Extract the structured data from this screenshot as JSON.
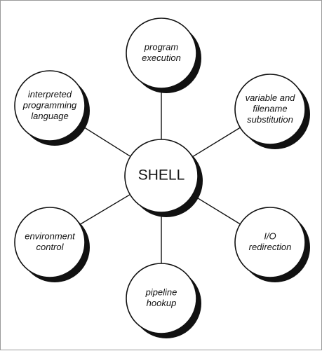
{
  "center": {
    "label": [
      "SHELL"
    ]
  },
  "nodes": [
    {
      "id": "program-execution",
      "label": [
        "program",
        "execution"
      ]
    },
    {
      "id": "variable-filename-substitution",
      "label": [
        "variable and",
        "filename",
        "substitution"
      ]
    },
    {
      "id": "io-redirection",
      "label": [
        "I/O",
        "redirection"
      ]
    },
    {
      "id": "pipeline-hookup",
      "label": [
        "pipeline",
        "hookup"
      ]
    },
    {
      "id": "environment-control",
      "label": [
        "environment",
        "control"
      ]
    },
    {
      "id": "interpreted-programming-language",
      "label": [
        "interpreted",
        "programming",
        "language"
      ]
    }
  ],
  "colors": {
    "stroke": "#111111",
    "shadow": "#111111",
    "fill": "#ffffff",
    "text": "#111111",
    "border": "#9a9a9a"
  }
}
